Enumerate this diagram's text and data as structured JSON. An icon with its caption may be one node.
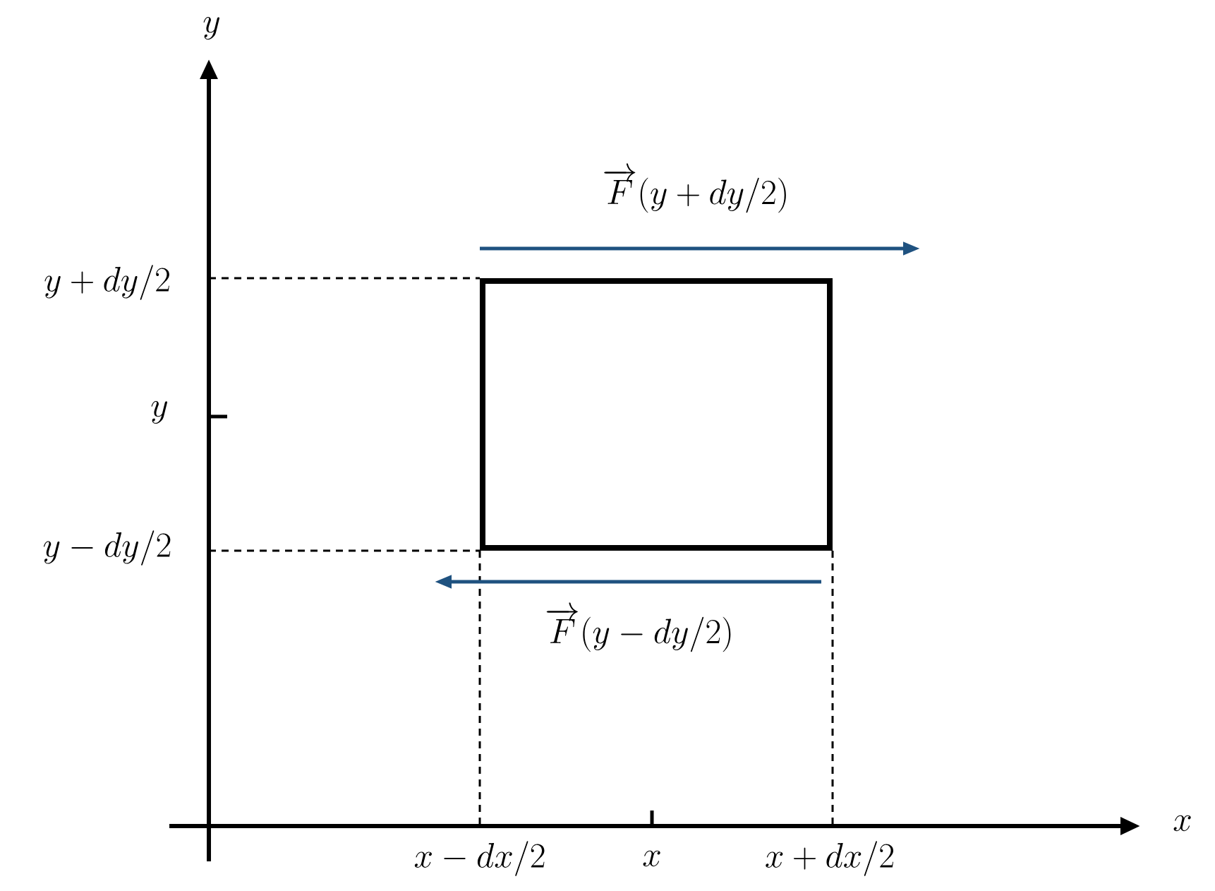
{
  "diagram": {
    "nodes": [
      {
        "text": [],
        "shape": "box"
      }
    ],
    "labels": [
      "y",
      "x",
      "y + dy/2",
      "y",
      "y - dy/2",
      "x - dx/2",
      "x",
      "x + dx/2",
      "\\overrightarrow{F}(y + dy/2)",
      "\\overrightarrow{F}(y - dy/2)"
    ]
  }
}
